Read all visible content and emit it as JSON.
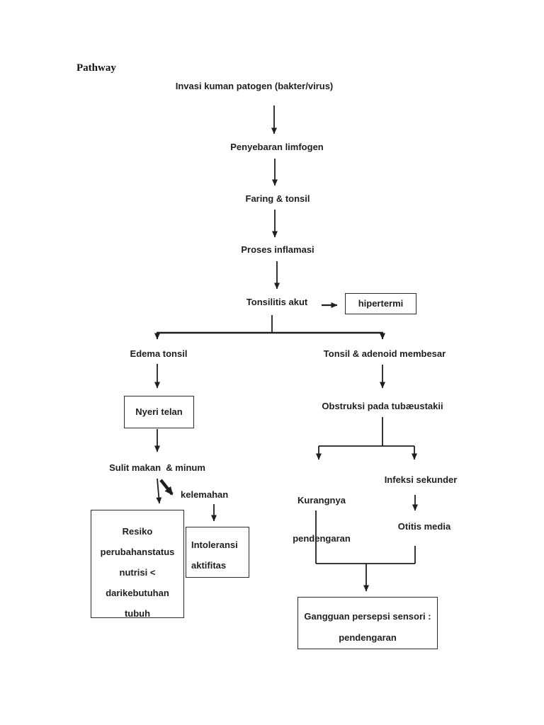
{
  "page": {
    "kind": "pathway-flowchart",
    "ink_color": "#1f1f1f",
    "background_color": "#ffffff"
  },
  "title": "Pathway",
  "nodes": {
    "invasi": "Invasi kuman patogen (bakter/virus)",
    "penyebaran": "Penyebaran limfogen",
    "faring": "Faring & tonsil",
    "proses": "Proses inflamasi",
    "tonsilitis": "Tonsilitis akut",
    "hipertermi": "hipertermi",
    "edema": "Edema tonsil",
    "tonsil_adenoid": "Tonsil & adenoid membesar",
    "nyeri": "Nyeri telan",
    "sulit": "Sulit makan  & minum",
    "kelemahan": "kelemahan",
    "resiko_lines": [
      "Resiko",
      "perubahanstatus",
      "nutrisi <",
      "darikebutuhan",
      "tubuh"
    ],
    "intoleransi_lines": [
      "Intoleransi",
      "aktifitas"
    ],
    "obstruksi": "Obstruksi pada tubæustakii",
    "kurangnya_lines": [
      "Kurangnya",
      "pendengaran"
    ],
    "infeksi": "Infeksi sekunder",
    "otitis": "Otitis media",
    "gangguan_lines": [
      "Gangguan persepsi sensori :",
      "pendengaran"
    ]
  }
}
